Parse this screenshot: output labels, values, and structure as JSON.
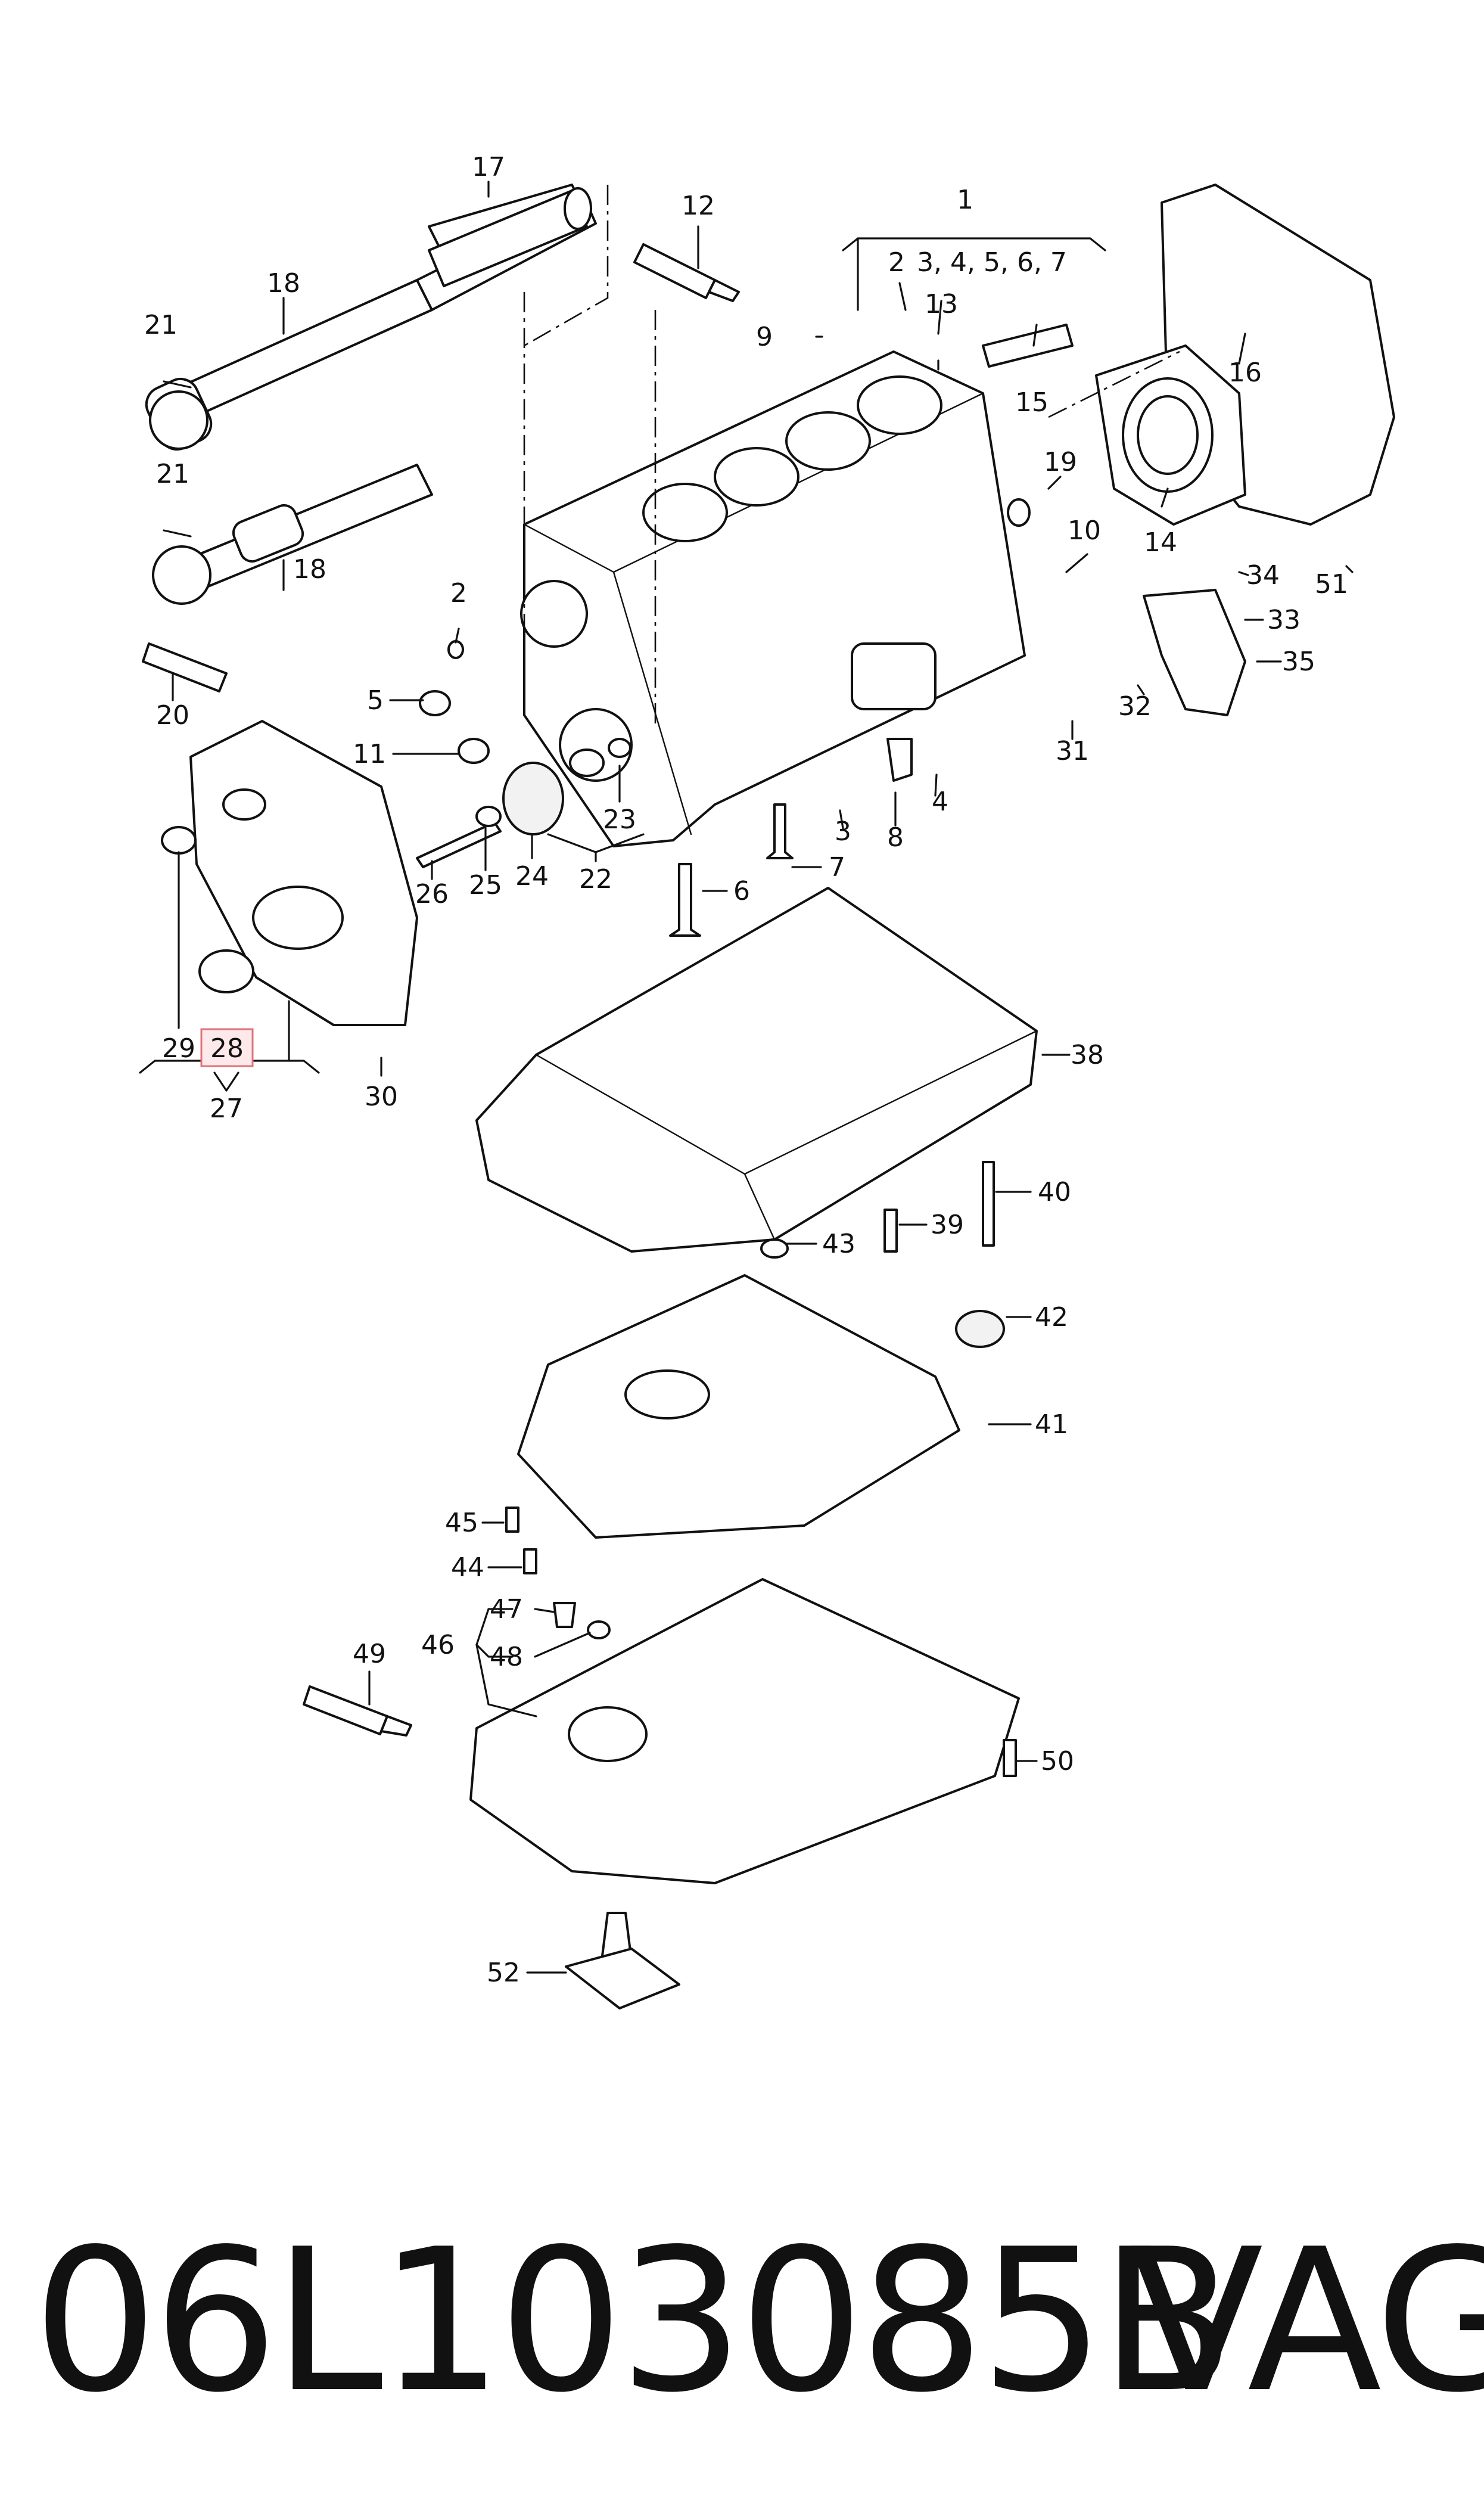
{
  "callouts": [
    {
      "id": "c1",
      "text": "1"
    },
    {
      "id": "c1-sub",
      "text": "3, 4, 5, 6, 7"
    },
    {
      "id": "c2a",
      "text": "2"
    },
    {
      "id": "c2b",
      "text": "2"
    },
    {
      "id": "c3",
      "text": "3"
    },
    {
      "id": "c4",
      "text": "4"
    },
    {
      "id": "c5",
      "text": "5"
    },
    {
      "id": "c6",
      "text": "6"
    },
    {
      "id": "c7",
      "text": "7"
    },
    {
      "id": "c8",
      "text": "8"
    },
    {
      "id": "c9",
      "text": "9"
    },
    {
      "id": "c10",
      "text": "10"
    },
    {
      "id": "c11",
      "text": "11"
    },
    {
      "id": "c12",
      "text": "12"
    },
    {
      "id": "c13",
      "text": "13"
    },
    {
      "id": "c14",
      "text": "14"
    },
    {
      "id": "c15",
      "text": "15"
    },
    {
      "id": "c16",
      "text": "16"
    },
    {
      "id": "c17",
      "text": "17"
    },
    {
      "id": "c18a",
      "text": "18"
    },
    {
      "id": "c18b",
      "text": "18"
    },
    {
      "id": "c19",
      "text": "19"
    },
    {
      "id": "c20",
      "text": "20"
    },
    {
      "id": "c21a",
      "text": "21"
    },
    {
      "id": "c21b",
      "text": "21"
    },
    {
      "id": "c22",
      "text": "22"
    },
    {
      "id": "c23",
      "text": "23"
    },
    {
      "id": "c24",
      "text": "24"
    },
    {
      "id": "c25",
      "text": "25"
    },
    {
      "id": "c26",
      "text": "26"
    },
    {
      "id": "c27",
      "text": "27"
    },
    {
      "id": "c28",
      "text": "28"
    },
    {
      "id": "c29",
      "text": "29"
    },
    {
      "id": "c30",
      "text": "30"
    },
    {
      "id": "c31",
      "text": "31"
    },
    {
      "id": "c32",
      "text": "32"
    },
    {
      "id": "c33",
      "text": "33"
    },
    {
      "id": "c34",
      "text": "34"
    },
    {
      "id": "c35",
      "text": "35"
    },
    {
      "id": "c38",
      "text": "38"
    },
    {
      "id": "c39",
      "text": "39"
    },
    {
      "id": "c40",
      "text": "40"
    },
    {
      "id": "c41",
      "text": "41"
    },
    {
      "id": "c42",
      "text": "42"
    },
    {
      "id": "c43",
      "text": "43"
    },
    {
      "id": "c44",
      "text": "44"
    },
    {
      "id": "c45",
      "text": "45"
    },
    {
      "id": "c46",
      "text": "46"
    },
    {
      "id": "c47",
      "text": "47"
    },
    {
      "id": "c48",
      "text": "48"
    },
    {
      "id": "c49",
      "text": "49"
    },
    {
      "id": "c50",
      "text": "50"
    },
    {
      "id": "c51",
      "text": "51"
    },
    {
      "id": "c52",
      "text": "52"
    }
  ],
  "highlight": {
    "callout": "28",
    "color": "#e0737d"
  },
  "footer": {
    "part_number": "06L103085B",
    "brand": "VAG"
  }
}
